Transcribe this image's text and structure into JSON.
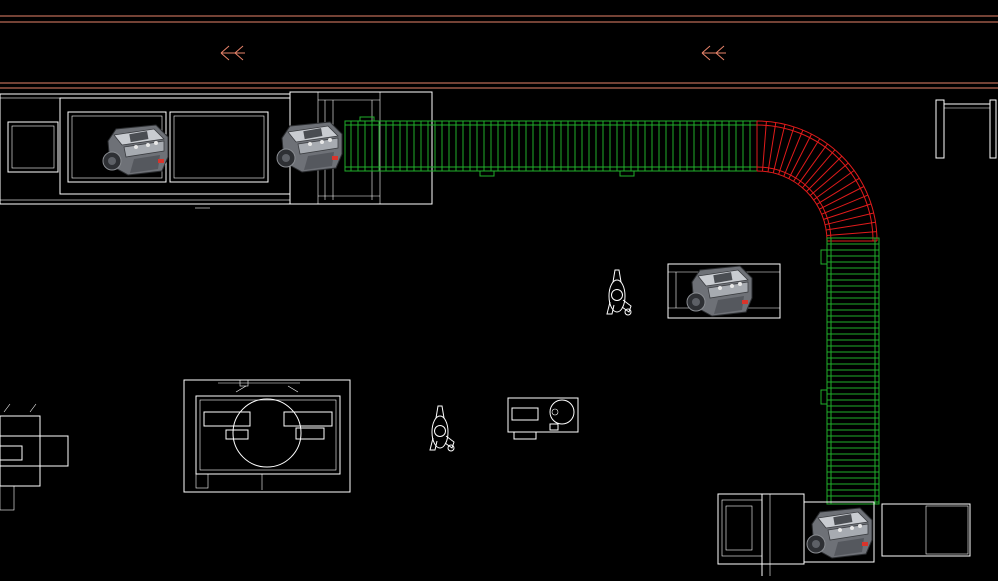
{
  "drawing": {
    "background": "#000000",
    "colors": {
      "linework": "#ffffff",
      "aisle": "#e8836a",
      "straight_conveyor": "#1fae2a",
      "curved_conveyor": "#e01b1b"
    },
    "flow_arrows": [
      {
        "icon": "flow-direction-arrow-left-icon"
      },
      {
        "icon": "flow-direction-arrow-left-icon"
      }
    ],
    "engine_blocks": [
      {
        "icon": "v8-engine-icon",
        "location": "staging-station"
      },
      {
        "icon": "v8-engine-icon",
        "location": "conveyor-entry"
      },
      {
        "icon": "v8-engine-icon",
        "location": "inspection-table"
      },
      {
        "icon": "v8-engine-icon",
        "location": "conveyor-exit"
      }
    ],
    "operators": [
      {
        "icon": "operator-figure-icon"
      },
      {
        "icon": "operator-figure-icon"
      }
    ]
  }
}
